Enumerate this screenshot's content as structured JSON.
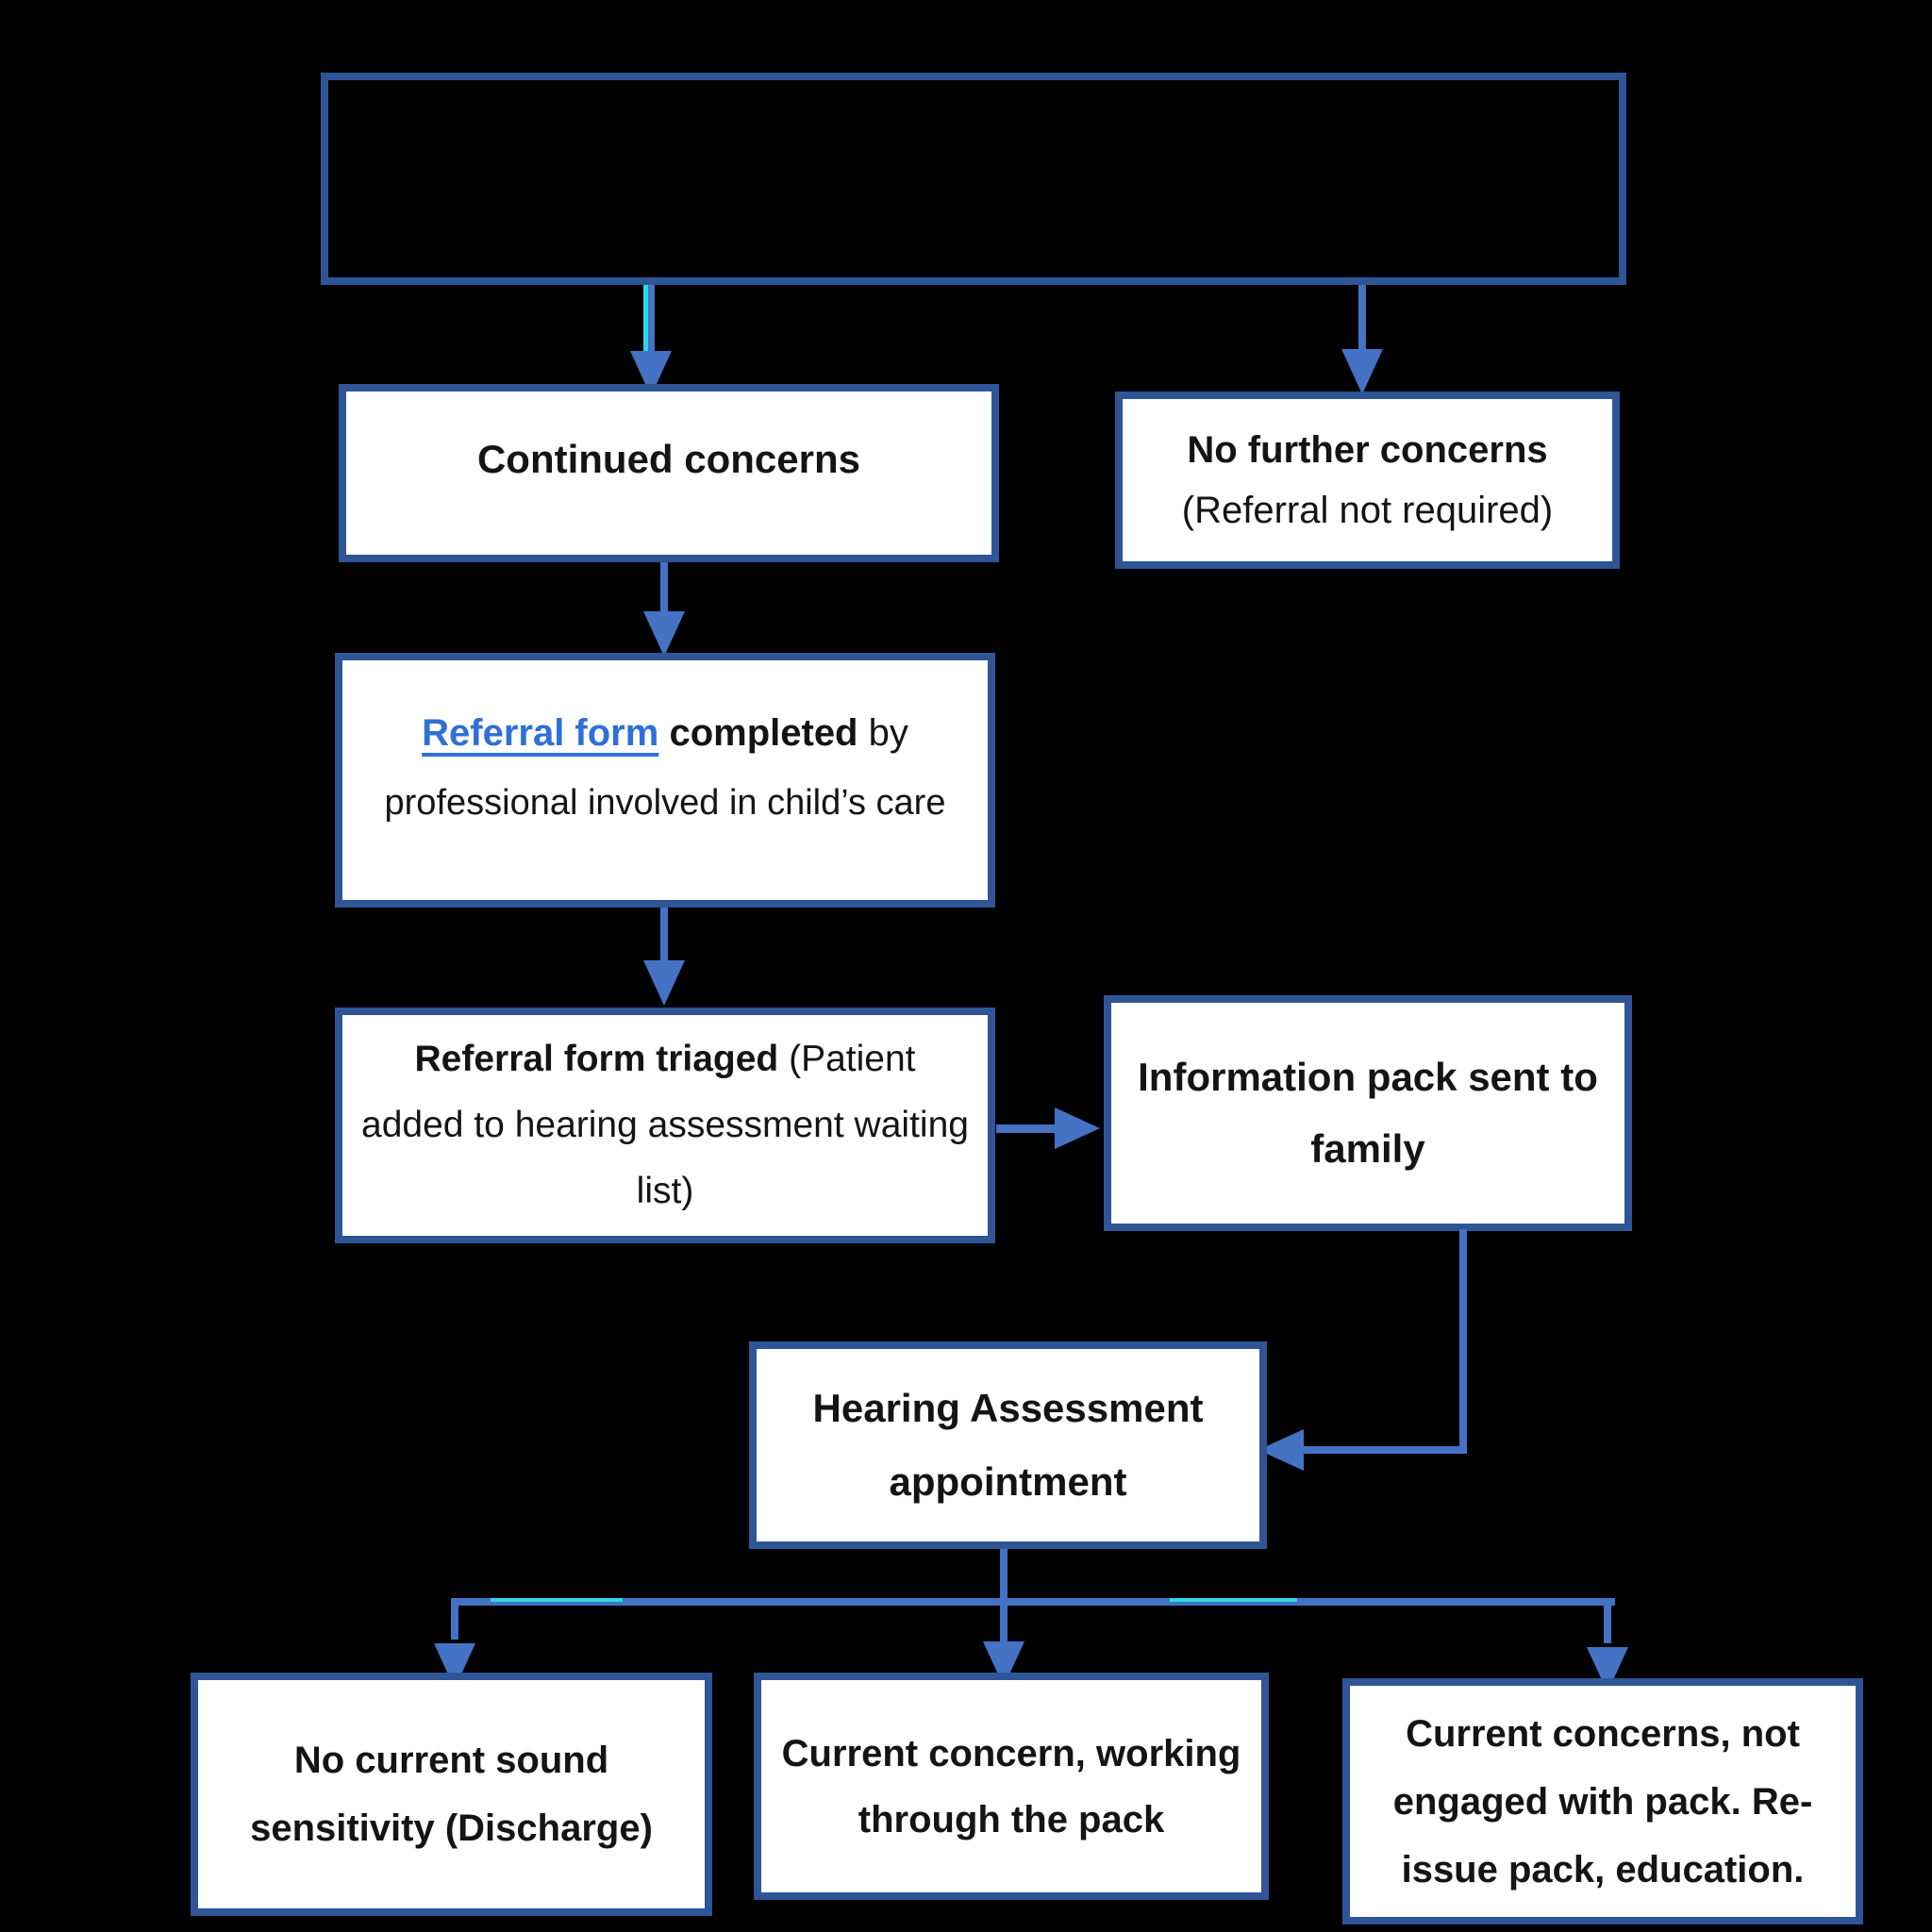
{
  "title": "Sound sensitivity referral pathway flowchart",
  "colors": {
    "background": "#000000",
    "box_border": "#2f5597",
    "box_fill": "#ffffff",
    "start_box_fill": "#000000",
    "connector": "#4472c4",
    "cyan_accent": "#2bd8e8",
    "link": "#2e6fd8",
    "text": "#141414"
  },
  "nodes": {
    "start": {
      "label": ""
    },
    "continued": {
      "label": "Continued concerns"
    },
    "no_further": {
      "title": "No further concerns",
      "note": "(Referral not required)"
    },
    "referral_completed": {
      "link": "Referral form",
      "bold": "completed",
      "tail": "by",
      "line2": "professional involved in child’s care"
    },
    "triaged": {
      "line1_bold": "Referral form triaged",
      "line1_tail": "(Patient",
      "line2": "added to hearing assessment waiting",
      "line3": "list)"
    },
    "info_pack": {
      "line1": "Information pack sent to",
      "line2": "family"
    },
    "hearing": {
      "line1": "Hearing Assessment",
      "line2": "appointment"
    },
    "outcome_discharge": {
      "line1": "No current sound",
      "line2": "sensitivity (Discharge)"
    },
    "outcome_working": {
      "line1": "Current concern, working",
      "line2": "through the pack"
    },
    "outcome_reissue": {
      "line1": "Current concerns, not",
      "line2": "engaged with pack. Re-",
      "line3": "issue pack, education."
    }
  }
}
